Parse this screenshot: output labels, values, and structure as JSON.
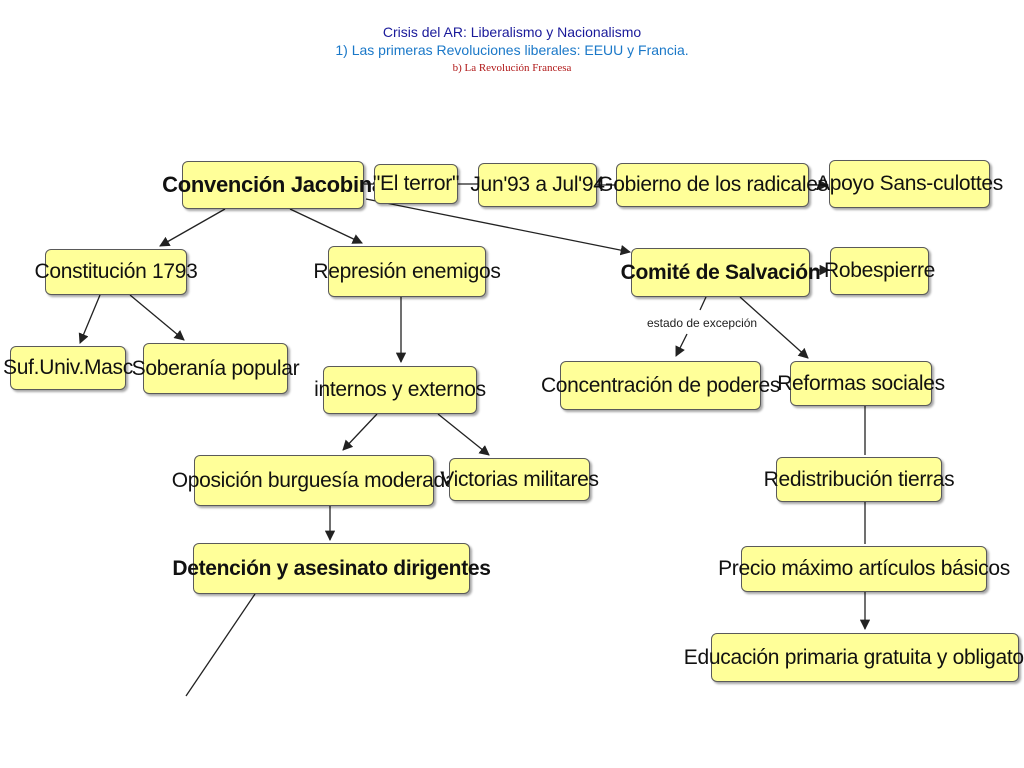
{
  "header": {
    "title": "Crisis del AR: Liberalismo y Nacionalismo",
    "subtitle": "1) Las primeras Revoluciones liberales: EEUU y Francia.",
    "section": "b) La Revolución Francesa"
  },
  "nodes": {
    "convencion": "Convención Jacobina",
    "terror": "\"El terror\"",
    "fechas": "Jun'93 a Jul'94",
    "gobierno": "Gobierno de los radicales",
    "apoyo": "Apoyo Sans-culottes",
    "constitucion": "Constitución 1793",
    "represion": "Represión enemigos",
    "comite": "Comité de Salvación",
    "robespierre": "Robespierre",
    "sufragio": "Suf.Univ.Masc",
    "soberania": "Soberanía popular",
    "internos": "internos y externos",
    "concentracion": "Concentración de poderes",
    "reformas": "Reformas sociales",
    "oposicion": "Oposición burguesía moderada",
    "victorias": "Victorias militares",
    "redistribucion": "Redistribución tierras",
    "detencion": "Detención y asesinato dirigentes",
    "precio": "Precio máximo artículos básicos",
    "educacion": "Educación primaria gratuita y obligatoria"
  },
  "link_labels": {
    "estado": "estado de excepción"
  },
  "colors": {
    "node_fill": "#ffff99",
    "node_border": "#5a5a5a",
    "title": "#1a1a9a",
    "subtitle": "#1a78c8",
    "section": "#b01818"
  }
}
